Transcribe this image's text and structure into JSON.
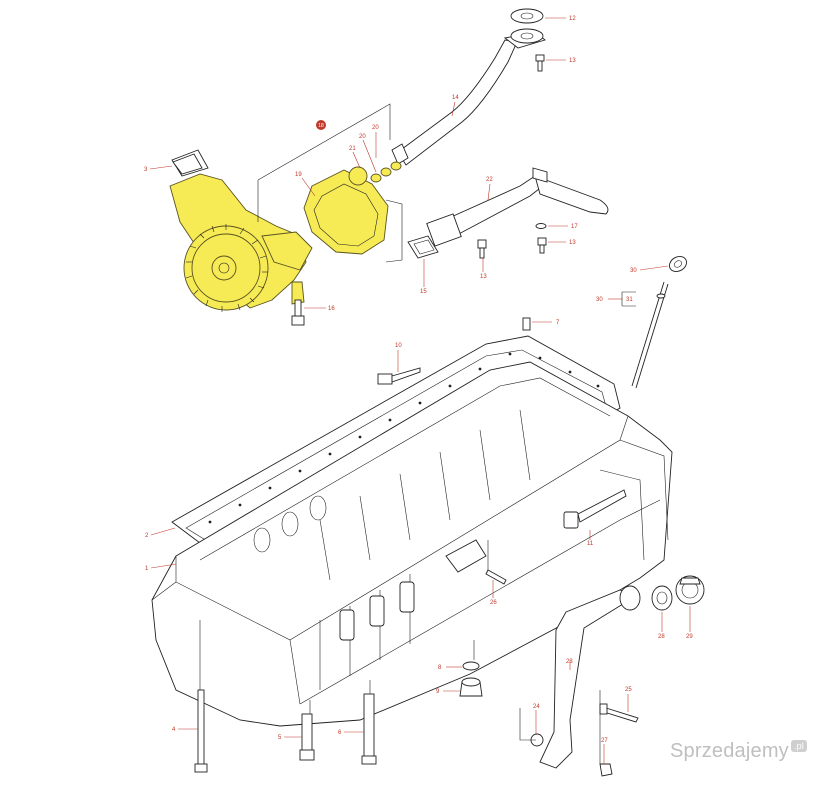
{
  "diagram": {
    "highlight_color": "#f6ea55",
    "label_color": "#c0392b",
    "callouts": [
      {
        "id": "c1",
        "text": "1"
      },
      {
        "id": "c2",
        "text": "2"
      },
      {
        "id": "c3",
        "text": "3"
      },
      {
        "id": "c4",
        "text": "4"
      },
      {
        "id": "c5",
        "text": "5"
      },
      {
        "id": "c6",
        "text": "6"
      },
      {
        "id": "c7",
        "text": "7"
      },
      {
        "id": "c8",
        "text": "8"
      },
      {
        "id": "c9",
        "text": "9"
      },
      {
        "id": "c10",
        "text": "10"
      },
      {
        "id": "c11",
        "text": "11"
      },
      {
        "id": "c12",
        "text": "12"
      },
      {
        "id": "c13a",
        "text": "13"
      },
      {
        "id": "c13b",
        "text": "13"
      },
      {
        "id": "c13c",
        "text": "13"
      },
      {
        "id": "c14",
        "text": "14"
      },
      {
        "id": "c15",
        "text": "15"
      },
      {
        "id": "c16",
        "text": "16"
      },
      {
        "id": "c17",
        "text": "17"
      },
      {
        "id": "c18",
        "text": "18"
      },
      {
        "id": "c19",
        "text": "19"
      },
      {
        "id": "c20a",
        "text": "20"
      },
      {
        "id": "c20b",
        "text": "20"
      },
      {
        "id": "c21",
        "text": "21"
      },
      {
        "id": "c22",
        "text": "22"
      },
      {
        "id": "c23",
        "text": "23"
      },
      {
        "id": "c24",
        "text": "24"
      },
      {
        "id": "c25",
        "text": "25"
      },
      {
        "id": "c26",
        "text": "26"
      },
      {
        "id": "c27",
        "text": "27"
      },
      {
        "id": "c28",
        "text": "28"
      },
      {
        "id": "c29",
        "text": "29"
      },
      {
        "id": "c30a",
        "text": "30"
      },
      {
        "id": "c30b",
        "text": "30"
      },
      {
        "id": "c31",
        "text": "31"
      }
    ]
  },
  "watermark": {
    "brand": "Sprzedajemy",
    "tld": ".pl"
  }
}
